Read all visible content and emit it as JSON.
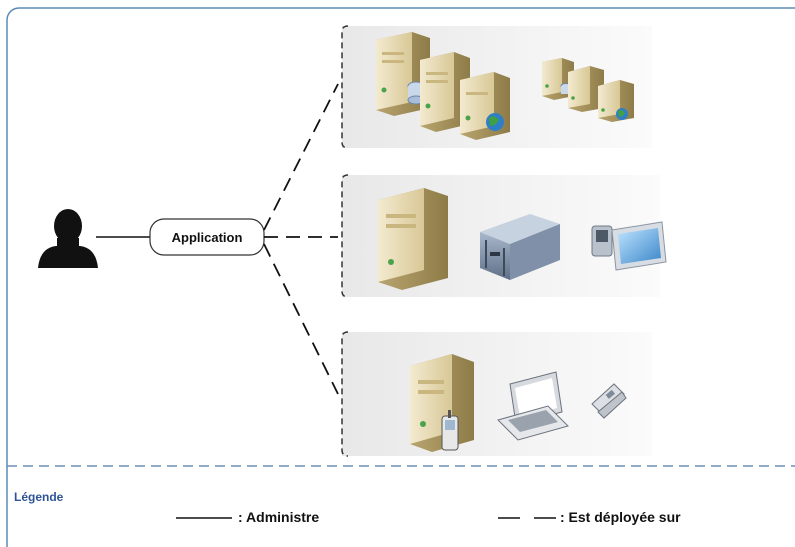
{
  "application": {
    "label": "Application"
  },
  "legend": {
    "title": "Légende",
    "administers": ": Administre",
    "deployed_on": ": Est déployée sur"
  },
  "groups": [
    {
      "icons": [
        "server-cluster-icon",
        "server-cluster-small-icon"
      ]
    },
    {
      "icons": [
        "tower-server-icon",
        "rack-appliance-icon",
        "touch-panel-device-icon"
      ]
    },
    {
      "icons": [
        "tower-server-icon",
        "mobile-phone-icon",
        "laptop-icon",
        "flip-phone-icon"
      ]
    }
  ],
  "colors": {
    "frame_border": "#5b8bb5",
    "legend_title": "#2f5496",
    "dashed_divider": "#6b8fb5"
  }
}
